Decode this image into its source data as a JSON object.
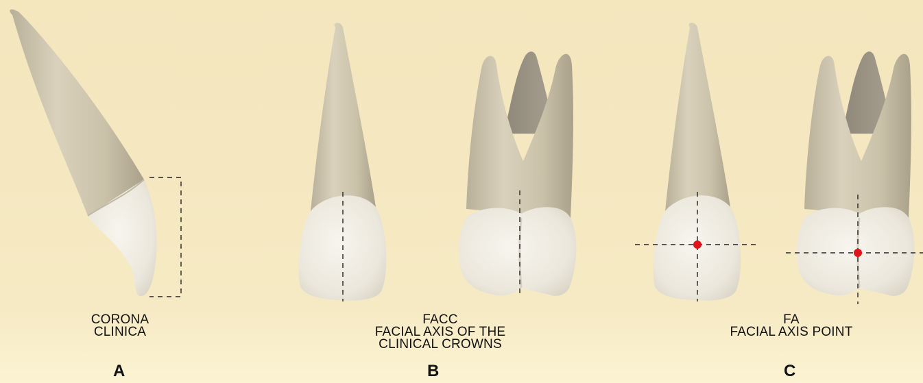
{
  "panels": [
    {
      "id": "A",
      "letter": "A",
      "caption_lines": [
        "CORONA",
        "CLINICA"
      ]
    },
    {
      "id": "B",
      "letter": "B",
      "caption_lines": [
        "FACC",
        "FACIAL AXIS OF THE",
        "CLINICAL CROWNS"
      ]
    },
    {
      "id": "C",
      "letter": "C",
      "caption_lines": [
        "FA",
        "FACIAL AXIS POINT"
      ]
    }
  ],
  "colors": {
    "background": "#f5e9c0",
    "background_bottom": "#fbf3d2",
    "root": "#cfc6ae",
    "root_shadow": "#a79f89",
    "crown": "#eeebe1",
    "axis_line": "#222222",
    "fa_point": "#e0141b"
  }
}
